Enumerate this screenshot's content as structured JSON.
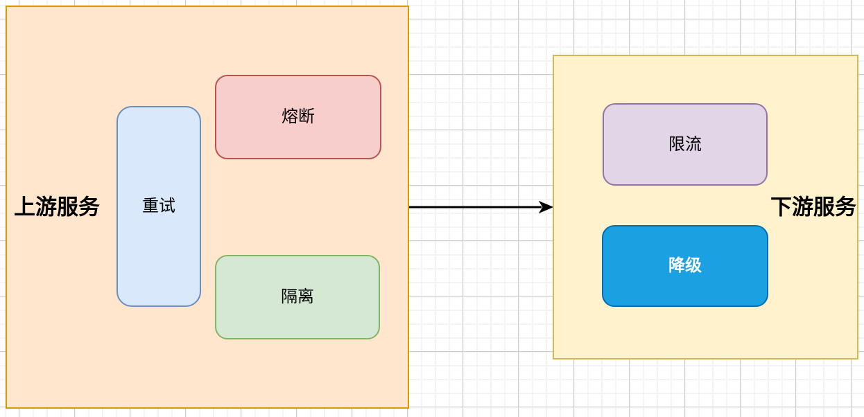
{
  "canvas": {
    "background": "#ffffff",
    "grid_minor_color": "#f3f3f3",
    "grid_major_color": "#cccccc"
  },
  "upstream": {
    "label": "上游服务",
    "fill": "#ffe6cc",
    "stroke": "#d79b00",
    "nodes": {
      "retry": {
        "label": "重试",
        "fill": "#dae8fc",
        "stroke": "#6c8ebf"
      },
      "circuit_breaker": {
        "label": "熔断",
        "fill": "#f8cecc",
        "stroke": "#b85450"
      },
      "isolation": {
        "label": "隔离",
        "fill": "#d5e8d4",
        "stroke": "#82b366"
      }
    }
  },
  "downstream": {
    "label": "下游服务",
    "fill": "#fff2cc",
    "stroke": "#d6b656",
    "nodes": {
      "rate_limit": {
        "label": "限流",
        "fill": "#e1d5e7",
        "stroke": "#9673a6"
      },
      "degradation": {
        "label": "降级",
        "fill": "#1ba1e2",
        "stroke": "#006eaf",
        "text_color": "#ffffff"
      }
    }
  },
  "connector": {
    "from": "上游服务",
    "to": "下游服务",
    "color": "#000000"
  }
}
